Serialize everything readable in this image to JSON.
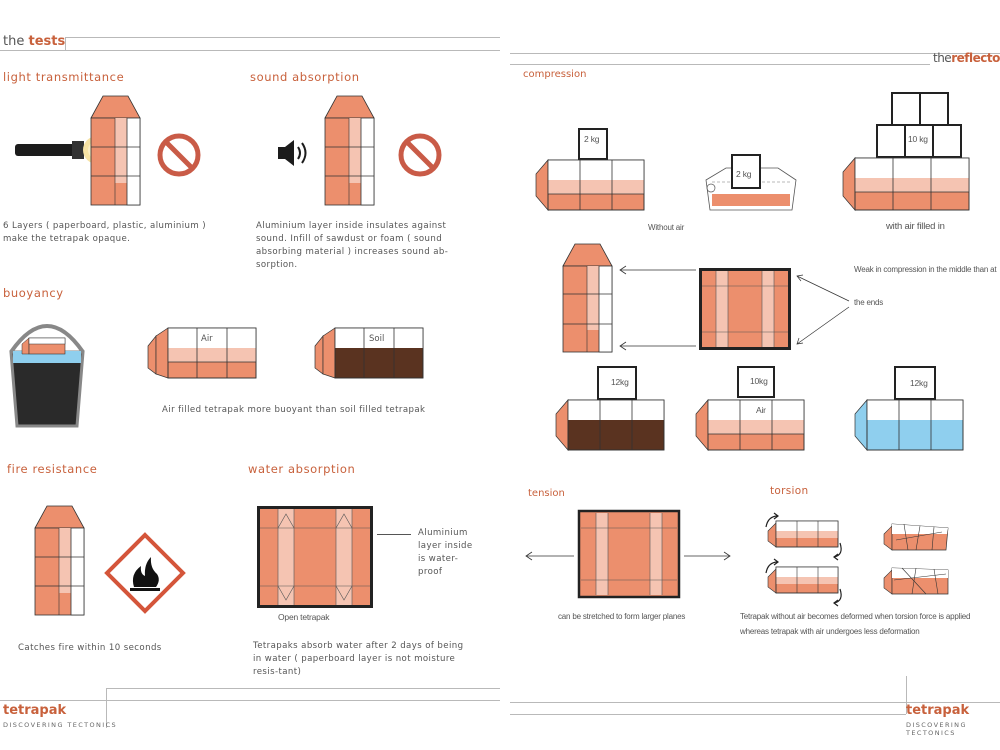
{
  "left": {
    "header": {
      "prefix": "the",
      "accent": "tests"
    },
    "sections": {
      "light": {
        "title": "light transmittance",
        "text": "6 Layers ( paperboard, plastic, aluminium ) make the tetrapak opaque."
      },
      "sound": {
        "title": "sound absorption",
        "text": "Aluminium layer inside insulates against sound. Infill of sawdust or foam ( sound absorbing material ) increases sound ab-sorption."
      },
      "buoyancy": {
        "title": "buoyancy",
        "label_air": "Air",
        "label_soil": "Soil",
        "text": "Air filled tetrapak more buoyant than soil filled tetrapak"
      },
      "fire": {
        "title": "fire resistance",
        "text": "Catches fire within 10 seconds"
      },
      "water": {
        "title": "water absorption",
        "caption": "Open tetrapak",
        "annotation": "Aluminium layer inside is water-proof",
        "text": "Tetrapaks absorb water after 2 days of being in water ( paperboard layer is not moisture resis-tant)"
      }
    },
    "footer": {
      "brand": "tetrapak",
      "sub": "DISCOVERING TECTONICS"
    }
  },
  "right": {
    "header": {
      "prefix": "the",
      "accent": "reflector"
    },
    "compression": {
      "title": "compression",
      "weight_2kg": "2 kg",
      "weight_10kg": "10 kg",
      "note_without_air": "Without air",
      "note_with_air": "with air filled in",
      "note_weak": "Weak in compression in the middle than at",
      "note_ends": "the ends",
      "weight_12kg": "12kg",
      "weight_10kg_b": "10kg",
      "label_air": "Air"
    },
    "tension": {
      "title": "tension",
      "caption": "can be stretched to form larger planes"
    },
    "torsion": {
      "title": "torsion",
      "caption_line1": "Tetrapak without air becomes deformed when torsion force is applied",
      "caption_line2": "whereas tetrapak with air undergoes less deformation"
    },
    "footer": {
      "brand": "tetrapak",
      "sub": "DISCOVERING TECTONICS"
    }
  },
  "colors": {
    "accent": "#c8613c",
    "carton": "#ec8f6d",
    "carton_light": "#f5c4b2",
    "soil": "#5a3320",
    "water": "#8fcfee"
  }
}
